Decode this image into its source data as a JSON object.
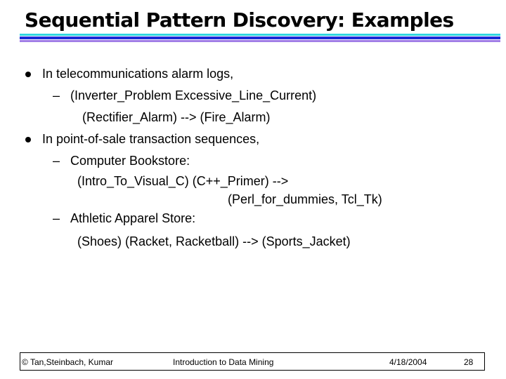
{
  "slide": {
    "title": "Sequential Pattern Discovery: Examples",
    "bullets": [
      {
        "text": "In telecommunications alarm logs,",
        "subitems": [
          {
            "lines": [
              "(Inverter_Problem  Excessive_Line_Current)",
              "(Rectifier_Alarm) --> (Fire_Alarm)"
            ]
          }
        ]
      },
      {
        "text": "In point-of-sale transaction sequences,",
        "subitems": [
          {
            "lines": [
              "Computer Bookstore:",
              "(Intro_To_Visual_C)  (C++_Primer) -->",
              "(Perl_for_dummies, Tcl_Tk)"
            ]
          },
          {
            "lines": [
              "Athletic Apparel Store:",
              "(Shoes) (Racket, Racketball) --> (Sports_Jacket)"
            ]
          }
        ]
      }
    ]
  },
  "footer": {
    "authors": "© Tan,Steinbach, Kumar",
    "course": "Introduction to Data Mining",
    "date": "4/18/2004",
    "page": "28"
  },
  "colors": {
    "rule_top": "#2fd6e0",
    "rule_middle": "#1a2ad6",
    "rule_bottom": "#a07de6"
  }
}
